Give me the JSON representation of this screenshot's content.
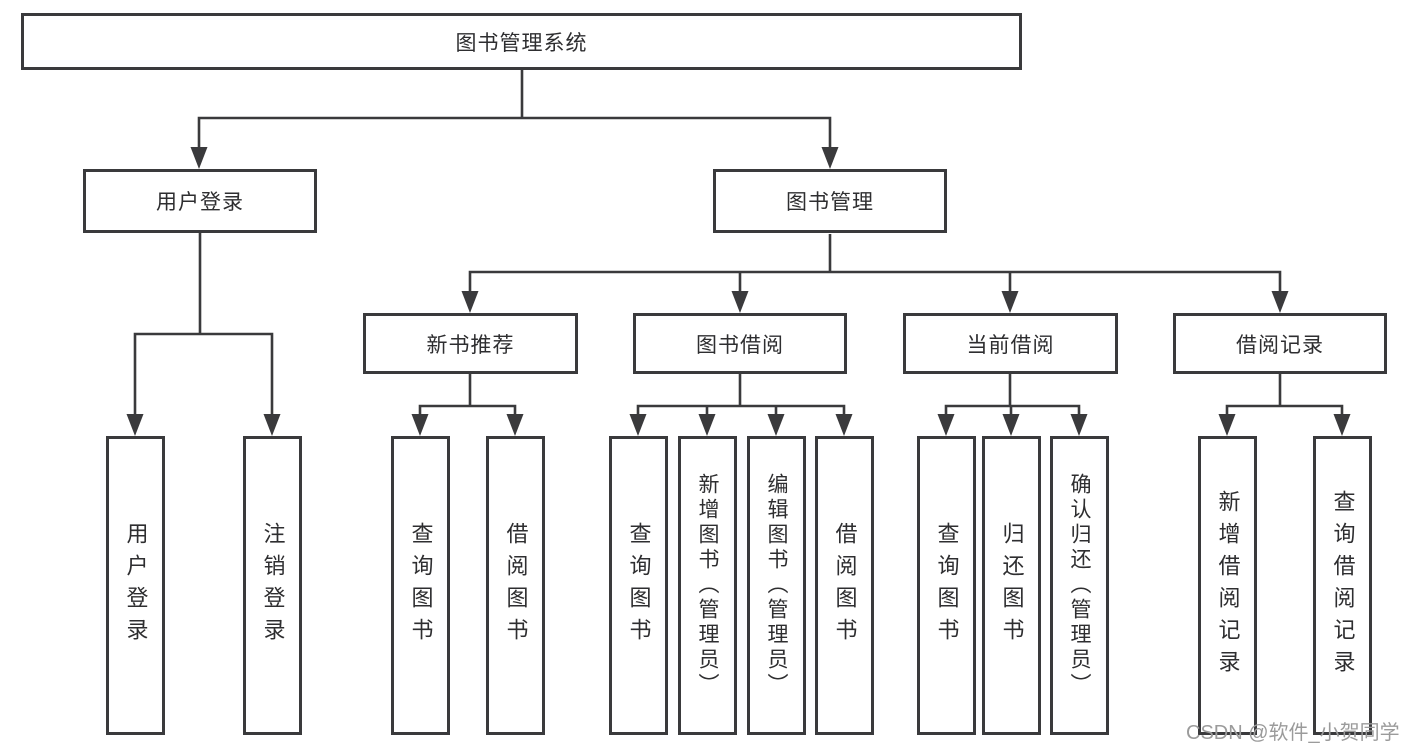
{
  "root": {
    "label": "图书管理系统"
  },
  "branches": [
    {
      "label": "用户登录",
      "children": [
        {
          "label": "用户登录"
        },
        {
          "label": "注销登录"
        }
      ]
    },
    {
      "label": "图书管理",
      "children": [
        {
          "label": "新书推荐",
          "children": [
            {
              "label": "查询图书"
            },
            {
              "label": "借阅图书"
            }
          ]
        },
        {
          "label": "图书借阅",
          "children": [
            {
              "label": "查询图书"
            },
            {
              "label": "新增图书（管理员）"
            },
            {
              "label": "编辑图书（管理员）"
            },
            {
              "label": "借阅图书"
            }
          ]
        },
        {
          "label": "当前借阅",
          "children": [
            {
              "label": "查询图书"
            },
            {
              "label": "归还图书"
            },
            {
              "label": "确认归还（管理员）"
            }
          ]
        },
        {
          "label": "借阅记录",
          "children": [
            {
              "label": "新增借阅记录"
            },
            {
              "label": "查询借阅记录"
            }
          ]
        }
      ]
    }
  ],
  "watermark": "CSDN @软件_小贺同学",
  "colors": {
    "line": "#3a3a3c",
    "text": "#2e2e30",
    "watermark": "#9b9b9b",
    "background": "#ffffff"
  }
}
